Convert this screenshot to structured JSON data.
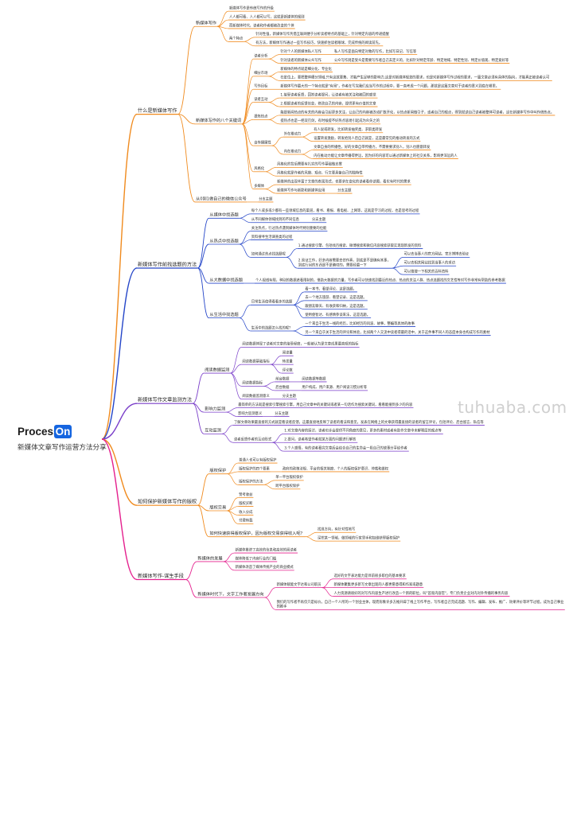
{
  "logo": {
    "word": "Process",
    "badge": "On"
  },
  "root": "新媒体文章写作运营方法分享",
  "watermark": "tuhuaba.com",
  "colors": {
    "orange": "#f08a1d",
    "blue": "#2445c8",
    "purple": "#7a3ec9",
    "pink": "#e4208e",
    "logo": "#1565e0"
  },
  "branches": [
    {
      "label": "什么是新媒体写作",
      "color": "orange",
      "children": [
        {
          "label": "新媒体写作",
          "children": [
            {
              "label": "新媒体写作是传统写作的升级"
            },
            {
              "label": "人人都可看、人人都可以写，这就是新媒体的规则"
            },
            {
              "label": "而新媒体时代，读者和作者都被改变的个体"
            },
            {
              "label": "两个特点",
              "children": [
                {
                  "label": "针对性强，新媒体写作凭借互联网便于分析读者特点的基础上，针对特定内容的传递提醒"
                },
                {
                  "label": "有方法，新媒体写作通过一些写作技巧，快速抓住读者眼球，完成传统的阅读前先。"
                }
              ]
            }
          ]
        },
        {
          "label": "新媒体写作的八个关键词",
          "children": [
            {
              "label": "读者分析",
              "children": [
                {
                  "label": "针对个人的新媒体私人写作",
                  "children": [
                    {
                      "label": "私人写作是面向特定对象的写作，比如写日记、写信等"
                    }
                  ]
                },
                {
                  "label": "针对读者的新媒体公众写作",
                  "children": [
                    {
                      "label": "公众写作则是受众是需要写作者自己去定义的，比如针对特定年龄、特定地域、特定性别、特定价值观、特定爱好等"
                    }
                  ]
                }
              ]
            },
            {
              "label": "细分市场",
              "children": [
                {
                  "label": "新媒体的特点就是细分化、专业化"
                },
                {
                  "label": "在定位上，要把整体细分领域,只有这就要集、才能产生足够的影响力,这是对新媒体规划的要求，也是对新媒体写作过程的要求，一篇文章必须有具体的指向，才能真正被读者认可"
                }
              ]
            },
            {
              "label": "写作目标",
              "children": [
                {
                  "label": "新媒体写作最大的一个特点就是\"有用\"，作者在写完我们应当写作的过程中，要一直考虑一个问题，那就是这篇文章对于读者的意义到底在哪里。"
                }
              ]
            },
            {
              "label": "读者互动",
              "children": [
                {
                  "label": "1.接受读者反馈，回答读者提问，让读者有被关注和被回的感觉"
                },
                {
                  "label": "2.根据读者的反馈信息，修改自己的内容，提供更有价值的文章"
                }
              ]
            },
            {
              "label": "提炼热点",
              "children": [
                {
                  "label": "能提新闻热点的有关的内容会引起更多关注，让自己的内容被改动扩散开化，以热点新闻做引子，或者自己的观点，得到就读自己读者被整体可读者，这在新媒体写作中叫作借热点。"
                },
                {
                  "label": "提热点也是一把双刃剑，有时候提不好热点容易引起成为众矢之的"
                }
              ]
            },
            {
              "label": "自传播属性",
              "children": [
                {
                  "label": "外在推动力",
                  "children": [
                    {
                      "label": "有人说或转发，比如转发抽奖类、求职类转发"
                    },
                    {
                      "label": "设置转发激励，转发给别人后自己就是，这是最常见的推动转发的方式"
                    }
                  ]
                },
                {
                  "label": "内在推动力",
                  "children": [
                    {
                      "label": "文章自身的传播性，好的文章自带传播力，不需要要求别人，别人也愿意转发"
                    },
                    {
                      "label": "内在推动力能让文章传播得更远，因为好的内容可以通过新媒体上的社交关系，影响更深远的人"
                    }
                  ]
                }
              ]
            },
            {
              "label": "风格化",
              "children": [
                {
                  "label": "风格化的背后需要有扎实的写作基础做支撑"
                },
                {
                  "label": "风格化就是作者的风貌、观点、行文要具备自己的独特性"
                }
              ]
            },
            {
              "label": "多媒体",
              "children": [
                {
                  "label": "新媒体的出现丰富了文章的表现形式，也要求在变化的读者看你读图，看实有时代的需求"
                },
                {
                  "label": "新媒体写作与新影和新媒体应用",
                  "children": [
                    {
                      "label": "分支主题"
                    }
                  ]
                }
              ]
            }
          ]
        },
        {
          "label": "从0到1做自己的微信公众号",
          "children": [
            {
              "label": "分支主题"
            }
          ]
        }
      ]
    },
    {
      "label": "新媒体写作前找选题的方法",
      "color": "blue",
      "children": [
        {
          "label": "从媒体中找选题",
          "children": [
            {
              "label": "每个人或多或少都有一些领域信息的渠道，看书、看报、看电视、上网等，这就是学习的过程，也是思考的过程"
            },
            {
              "label": "从不同媒体领域找到的不同信息",
              "children": [
                {
                  "label": "分支主题"
                }
              ]
            }
          ]
        },
        {
          "label": "从热点中找选题",
          "children": [
            {
              "label": "关注热点，行过热点遇到媒体时代特别重要的位能"
            },
            {
              "label": "资料搜寻生活调查类的过程"
            },
            {
              "label": "如何通过热点找选题呢",
              "children": [
                {
                  "label": "1.通过搜索引擎、包括找百搜索、微博搜索和微信内容搜索获取实现现新发的资料"
                },
                {
                  "label": "2.验证工作，好多内容需要去仿作真，到底是不是确有其事，到底行间的东西是不是确切的，需要经最一下",
                  "children": [
                    {
                      "label": "可以去当事人的官方网站、官方博博去验证"
                    },
                    {
                      "label": "可以去相关网站找到当事人的采访"
                    },
                    {
                      "label": "可以搜搜一下相关的百科资料"
                    }
                  ]
                }
              ]
            }
          ]
        },
        {
          "label": "从大数据中找选题",
          "children": [
            {
              "label": "个人视线有限，种别的数据遮看限制的，借助大数据的力量，写作者可以快速找到最近的热点、热点的关注人群、热点选题找的文艺性等对写作非常有帮助的参考数据"
            }
          ]
        },
        {
          "label": "从生活中找选题",
          "children": [
            {
              "label": "日常生活值得看看多的选题",
              "children": [
                {
                  "label": "看一本书、看望评论、这是选题。"
                },
                {
                  "label": "去一个地方旅游、看望记录、这是选题。"
                },
                {
                  "label": "跟朋友聊天、有收获和归纳，这是选题。"
                },
                {
                  "label": "使用使智达、有感情参谈来法，这是选题。"
                }
              ]
            },
            {
              "label": "生活中的选题怎么找的呢？",
              "children": [
                {
                  "label": "一个来自于生活一线的经历，比如经历的风波、故事，整编等具体的故事"
                },
                {
                  "label": "另一个来自于关于生活的评论和体验，比如两个人交流中读者得最的话中，关于这件事不同人的态度本身也构成写作的素材"
                }
              ]
            }
          ]
        }
      ]
    },
    {
      "label": "新媒体写作文章监测方法",
      "color": "purple",
      "children": [
        {
          "label": "阅读数据监测",
          "children": [
            {
              "label": "阅读数据体现了读者对文章的接受程度，一般被认为是文章成果最直观的指标"
            },
            {
              "label": "阅读数据基础指标",
              "children": [
                {
                  "label": "阅读量"
                },
                {
                  "label": "转发量"
                },
                {
                  "label": "评论数"
                }
              ]
            },
            {
              "label": "阅读数据指标",
              "children": [
                {
                  "label": "前台数据",
                  "children": [
                    {
                      "label": "阅读数据等数据"
                    }
                  ]
                },
                {
                  "label": "后台数据",
                  "children": [
                    {
                      "label": "用户构成、用户来源、用户阅读习惯分析等"
                    }
                  ]
                }
              ]
            },
            {
              "label": "阅读数据监测意义",
              "children": [
                {
                  "label": "分支主题"
                }
              ]
            }
          ]
        },
        {
          "label": "影响力监测",
          "children": [
            {
              "label": "最简单的方法就是搜索引擎搜索引擎，用自己文章中的关键词或者某一句话作为搜索关键词，看看能搜到多少的内容"
            },
            {
              "label": "影响力监测意义",
              "children": [
                {
                  "label": "分支主题"
                }
              ]
            }
          ]
        },
        {
          "label": "互动监测",
          "children": [
            {
              "label": "了解文章效果最直接的方式就是看读者反馈，这最直接地反映了读者的看法和意见，发表在网络上的文章获得最直接的读者的留言评论，包括评论、后台留言、私信等"
            },
            {
              "label": "读者反馈作者的互动形式",
              "children": [
                {
                  "label": "1.对文章内容的探讨，读者也许会提供不同角度的意见，更多的素材或者有助作文章中未解释层的观点等"
                },
                {
                  "label": "2.提问，读者希望作者就某方面的问题进行解答"
                },
                {
                  "label": "3.个人感情，有的读者看完文章后会结合自己的生命会一段自己的故事分享给作者"
                }
              ]
            }
          ]
        }
      ]
    },
    {
      "label": "如何保护新媒体写作的版权",
      "color": "orange",
      "children": [
        {
          "label": "版权保护",
          "children": [
            {
              "label": "普通人也可以有版权保护"
            },
            {
              "label": "版权保护的四个要素",
              "children": [
                {
                  "label": "政府的政策法规、平台的相关制度、个人的版权保护意识、仲裁和维权"
                }
              ]
            },
            {
              "label": "版权保护的方法",
              "children": [
                {
                  "label": "单一平台版权保护"
                },
                {
                  "label": "跨平台版权保护"
                }
              ]
            }
          ]
        },
        {
          "label": "版权交易",
          "children": [
            {
              "label": "赞考收益"
            },
            {
              "label": "版权买断"
            },
            {
              "label": "收入分成"
            },
            {
              "label": "付费转载"
            }
          ]
        },
        {
          "label": "如何快速获得版权保护，因为版权交易获得收入呢？",
          "children": [
            {
              "label": "找准方向，有针对性地写"
            },
            {
              "label": "深挖某一领域，做领域的行家里手和加维获得版权保护"
            }
          ]
        }
      ]
    },
    {
      "label": "新媒体写作-谋生手段",
      "color": "pink",
      "children": [
        {
          "label": "新媒体的发展",
          "children": [
            {
              "label": "新媒体推进了高效的信息和高效的阅读者"
            },
            {
              "label": "媒体降低了内容行业的门槛"
            },
            {
              "label": "新媒体改造了媒体传统产业的商业模式"
            }
          ]
        },
        {
          "label": "新媒体时代下，文字工作者发展方向",
          "children": [
            {
              "label": "新媒体赋能文字达和公司职员",
              "children": [
                {
                  "label": "选好的文字表达能力是目前很多职位的基本要求"
                },
                {
                  "label": "新媒体聚集更多新写文章出现的人都更愿意得和作家或题意"
                },
                {
                  "label": "人力资源请很好的对写作内容生产进行改造一个新的职位，叫\"首席内容官\"，专门负责企业对内对外传播的事务内容"
                }
              ]
            },
            {
              "label": "我们的写作者不再仅只是标价。自己一个人所的一个创业主体，现而形象许多方推开辟了线上写作平台，写作者自己完成选题、写作、编辑、发布、推广、效果评价等环节过程，成为自己事业的推手"
            }
          ]
        }
      ]
    }
  ]
}
